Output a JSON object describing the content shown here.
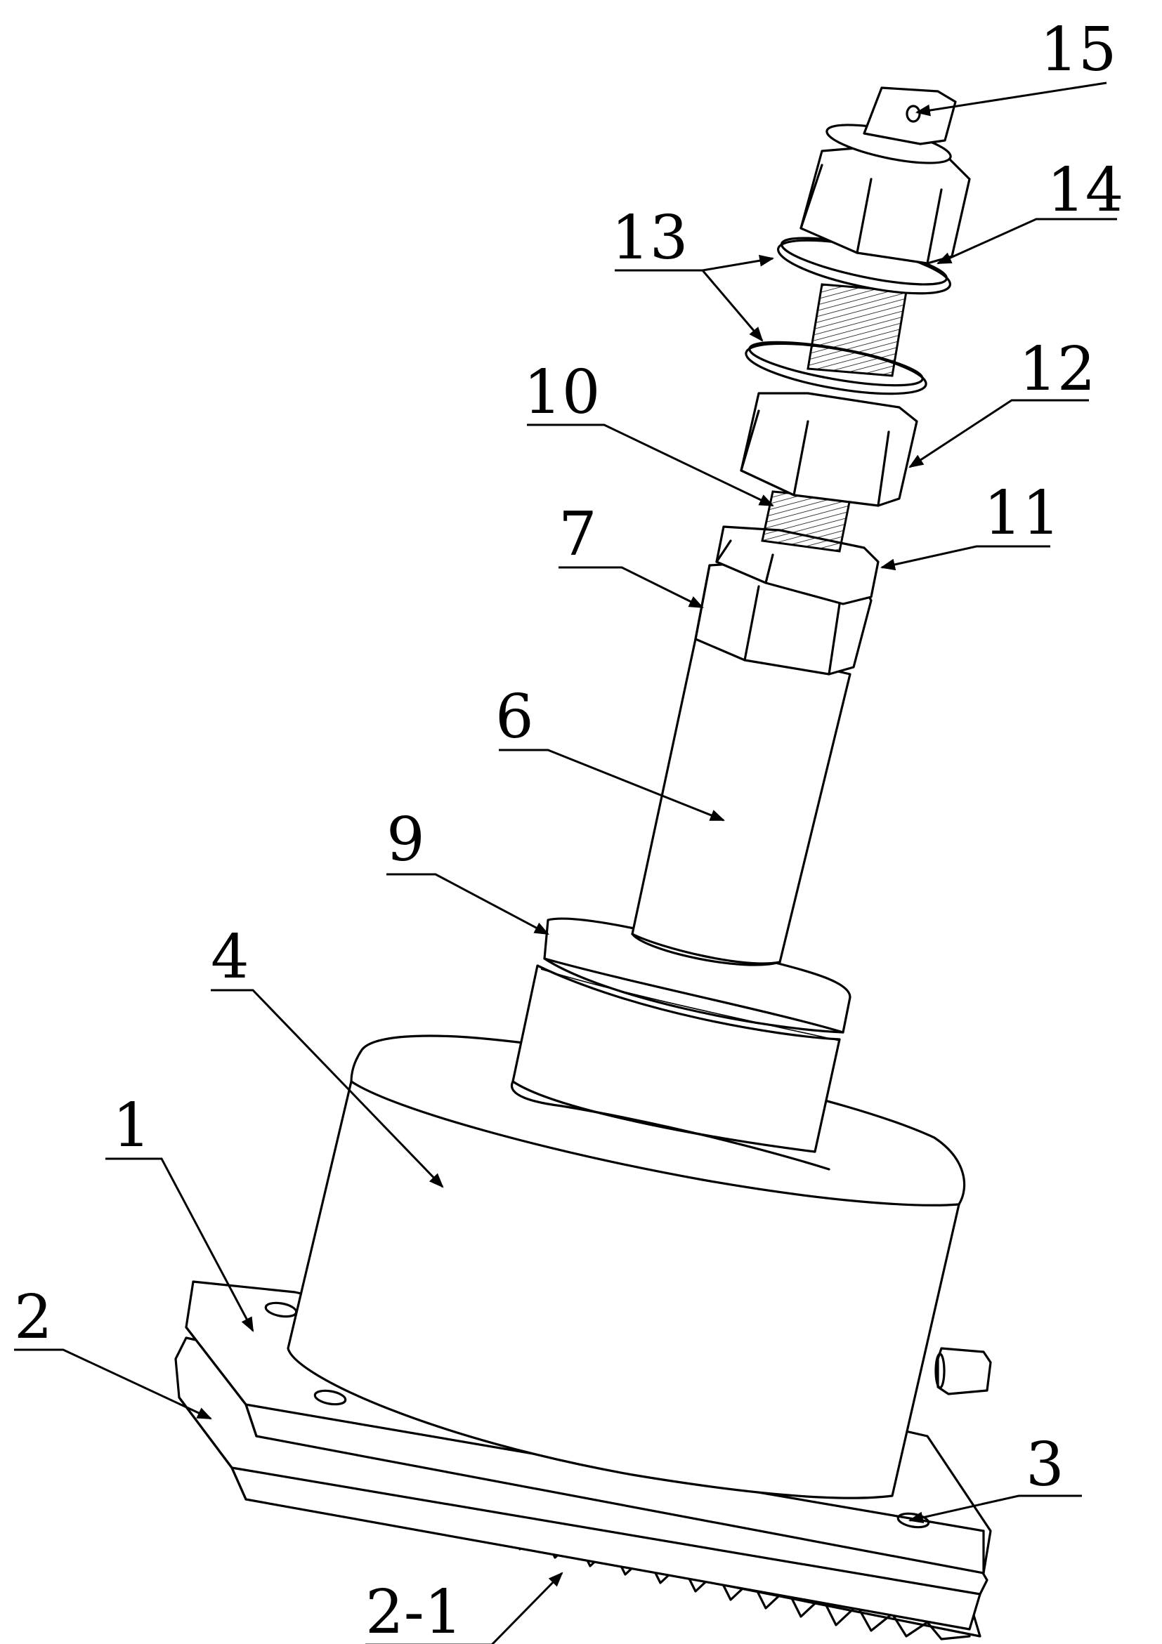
{
  "figure": {
    "callouts": {
      "c15": "15",
      "c14": "14",
      "c13": "13",
      "c12": "12",
      "c10": "10",
      "c11": "11",
      "c7": "7",
      "c6": "6",
      "c9": "9",
      "c4": "4",
      "c1": "1",
      "c2": "2",
      "c3": "3",
      "c2_1": "2-1"
    }
  }
}
